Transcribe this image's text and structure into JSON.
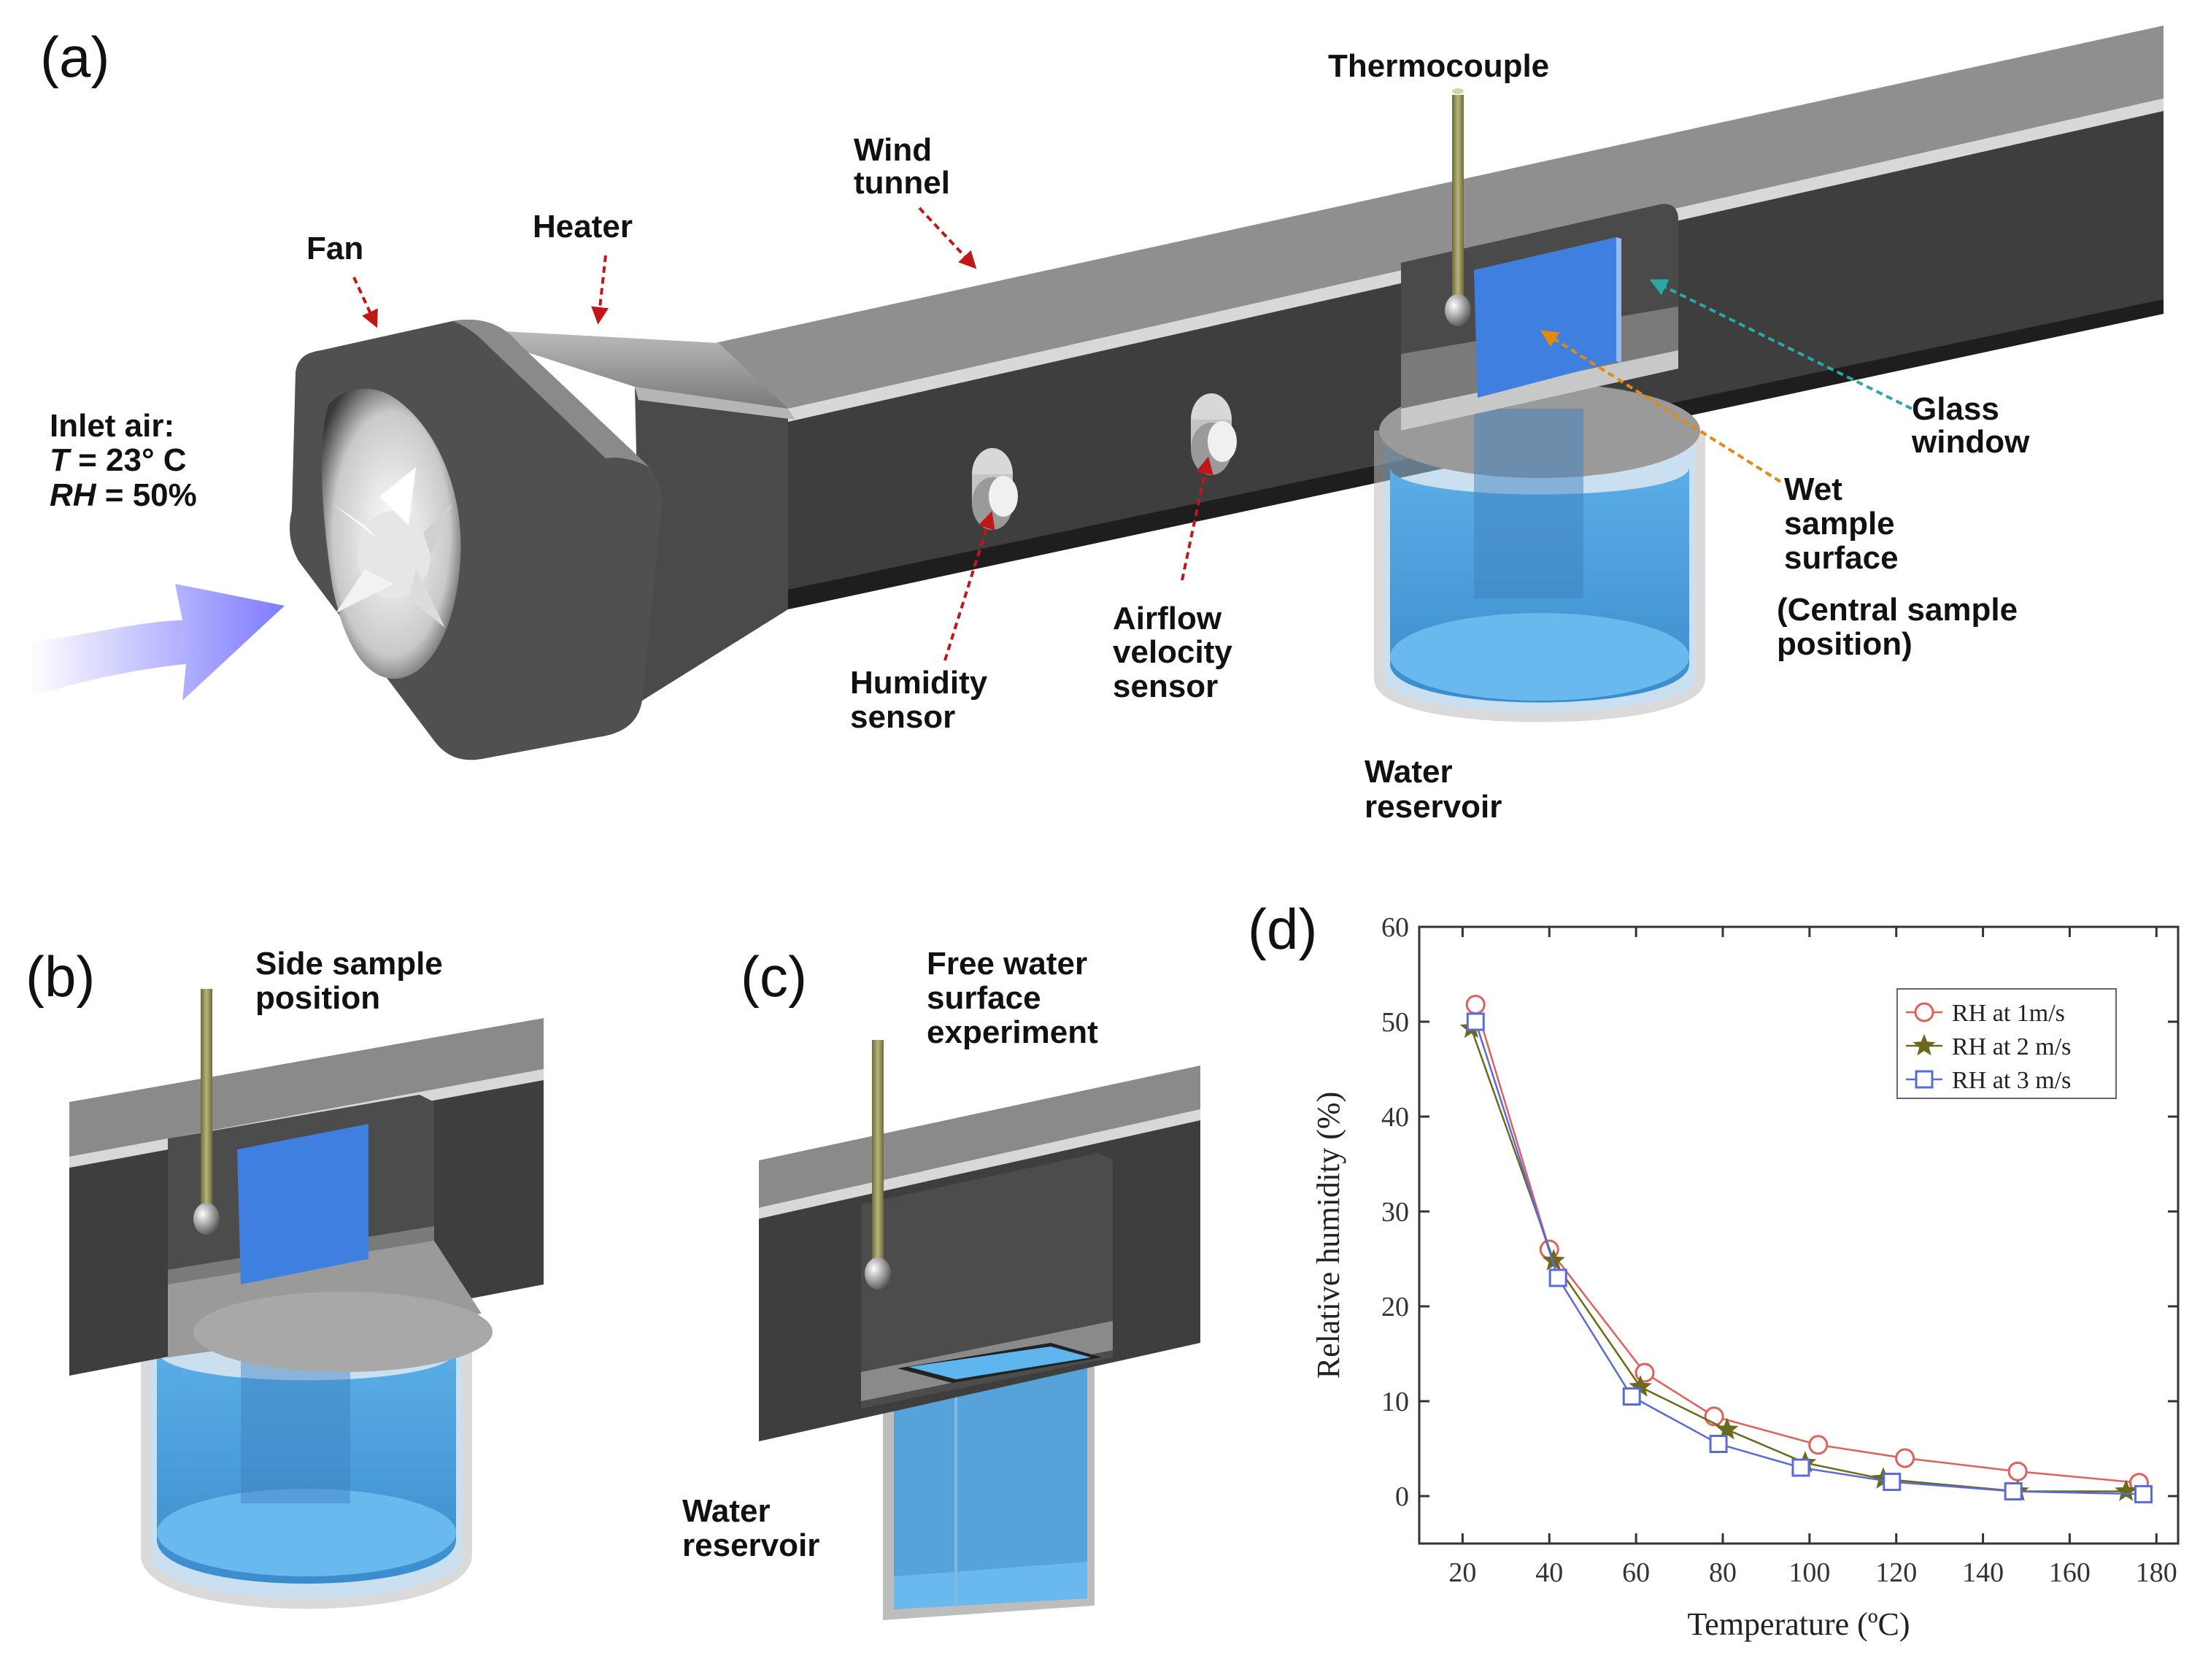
{
  "panels": {
    "a": "(a)",
    "b": "(b)",
    "c": "(c)",
    "d": "(d)"
  },
  "panel_a": {
    "inlet_title": "Inlet air:",
    "inlet_t_var": "T",
    "inlet_t_val": " = 23° C",
    "inlet_rh_var": "RH",
    "inlet_rh_val": " = 50%",
    "fan": "Fan",
    "heater": "Heater",
    "wind_tunnel_1": "Wind",
    "wind_tunnel_2": "tunnel",
    "thermocouple": "Thermocouple",
    "humidity_1": "Humidity",
    "humidity_2": "sensor",
    "airflow_1": "Airflow",
    "airflow_2": "velocity",
    "airflow_3": "sensor",
    "glass_1": "Glass",
    "glass_2": "window",
    "wet_1": "Wet",
    "wet_2": "sample",
    "wet_3": "surface",
    "central_1": "(Central sample",
    "central_2": "position)",
    "reservoir_1": "Water",
    "reservoir_2": "reservoir"
  },
  "panel_b": {
    "title_1": "Side sample",
    "title_2": "position"
  },
  "panel_c": {
    "title_1": "Free water",
    "title_2": "surface",
    "title_3": "experiment",
    "reservoir_1": "Water",
    "reservoir_2": "reservoir"
  },
  "colors": {
    "tunnel": "#3f3f3f",
    "tunnel_top": "#8a8a8a",
    "sample_blue": "#3f7fe0",
    "water": "#4a9fdc",
    "series_1": "#e0605a",
    "series_2": "#6b6a1a",
    "series_3": "#5a6ad8"
  },
  "chart_data": {
    "type": "line",
    "xlabel": "Temperature (ºC)",
    "ylabel": "Relative humidity (%)",
    "xlim": [
      10,
      185
    ],
    "ylim": [
      -5,
      60
    ],
    "xticks": [
      20,
      40,
      60,
      80,
      100,
      120,
      140,
      160,
      180
    ],
    "yticks": [
      0,
      10,
      20,
      30,
      40,
      50,
      60
    ],
    "legend_position": "top-right",
    "series": [
      {
        "name": "RH at 1m/s",
        "marker": "circle",
        "x": [
          23,
          40,
          62,
          78,
          102,
          122,
          148,
          176
        ],
        "y": [
          51.8,
          26,
          13,
          8.4,
          5.4,
          4,
          2.6,
          1.4
        ]
      },
      {
        "name": "RH at 2 m/s",
        "marker": "star",
        "x": [
          22,
          41,
          61,
          81,
          99,
          117,
          148,
          173
        ],
        "y": [
          49.3,
          24.8,
          11.5,
          7,
          3.5,
          1.8,
          0.5,
          0.5
        ]
      },
      {
        "name": "RH at 3 m/s",
        "marker": "square",
        "x": [
          23,
          42,
          59,
          79,
          98,
          119,
          147,
          177
        ],
        "y": [
          50,
          23,
          10.5,
          5.5,
          3,
          1.5,
          0.5,
          0.2
        ]
      }
    ]
  }
}
